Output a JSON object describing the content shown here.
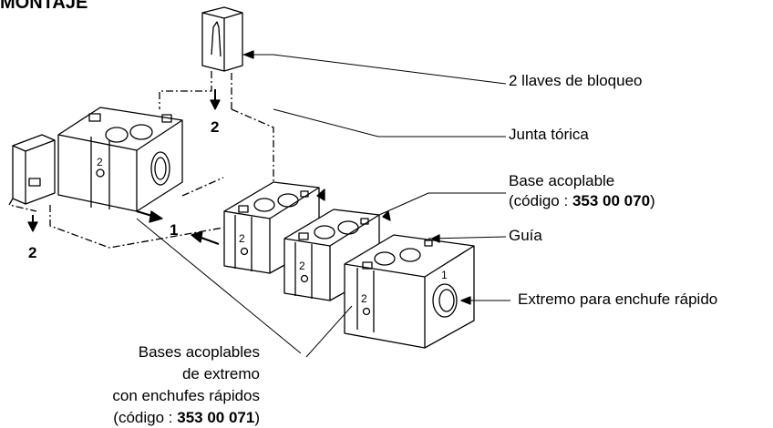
{
  "title": "MONTAJE",
  "labels": {
    "locking_keys": "2 llaves de bloqueo",
    "o_ring": "Junta tórica",
    "base_line1": "Base acoplable",
    "base_code_prefix": "(código : ",
    "base_code": "353 00 070",
    "base_code_suffix": ")",
    "guide": "Guía",
    "quick_connector_end": "Extremo para enchufe rápido",
    "end_bases_line1": "Bases acoplables",
    "end_bases_line2": "de extremo",
    "end_bases_line3": "con enchufes rápidos",
    "end_code_prefix": "(código : ",
    "end_code": "353 00 071",
    "end_code_suffix": ")"
  },
  "step_numbers": {
    "top_key": "2",
    "left_key": "2",
    "slide": "1"
  },
  "port_numbers": {
    "module_a": "2",
    "module_b": "2",
    "module_c": "2",
    "module_d": "2",
    "outlet": "1"
  },
  "colors": {
    "line": "#000000",
    "background": "#ffffff"
  }
}
